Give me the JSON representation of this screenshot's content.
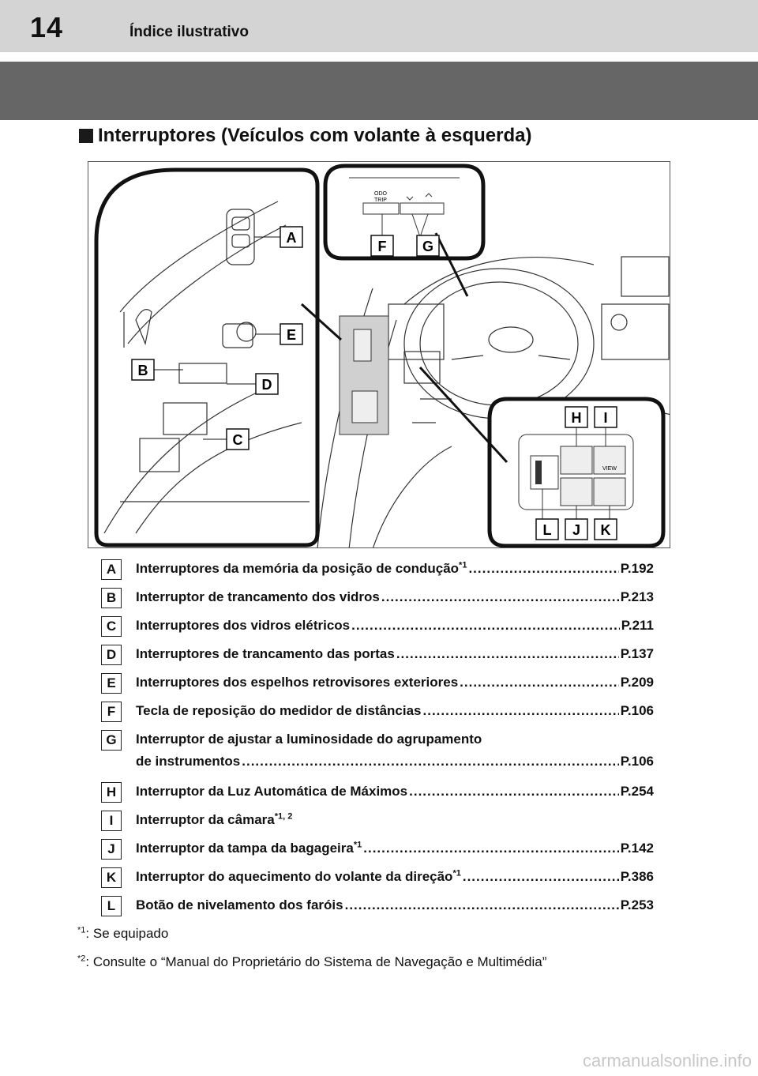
{
  "header": {
    "page_number": "14",
    "section": "Índice ilustrativo"
  },
  "title": "Interruptores (Veículos com volante à esquerda)",
  "figure": {
    "callouts": [
      "A",
      "B",
      "C",
      "D",
      "E",
      "F",
      "G",
      "H",
      "I",
      "J",
      "K",
      "L"
    ],
    "labels": {
      "odo_top": "ODO",
      "odo_bottom": "TRIP",
      "view": "VIEW"
    }
  },
  "legend": [
    {
      "letter": "A",
      "text": "Interruptores da memória da posição de condução",
      "sup": "*1",
      "ref": "P.192"
    },
    {
      "letter": "B",
      "text": "Interruptor de trancamento dos vidros",
      "sup": "",
      "ref": "P.213"
    },
    {
      "letter": "C",
      "text": "Interruptores dos vidros elétricos",
      "sup": "",
      "ref": "P.211"
    },
    {
      "letter": "D",
      "text": "Interruptores de trancamento das portas",
      "sup": "",
      "ref": "P.137"
    },
    {
      "letter": "E",
      "text": "Interruptores dos espelhos retrovisores exteriores",
      "sup": "",
      "ref": "P.209"
    },
    {
      "letter": "F",
      "text": "Tecla de reposição do medidor de distâncias",
      "sup": "",
      "ref": "P.106"
    },
    {
      "letter": "G",
      "text": "Interruptor de ajustar a luminosidade do agrupamento",
      "text2": "de instrumentos",
      "sup": "",
      "ref": "P.106"
    },
    {
      "letter": "H",
      "text": "Interruptor da Luz Automática de Máximos",
      "sup": "",
      "ref": "P.254"
    },
    {
      "letter": "I",
      "text": "Interruptor da câmara",
      "sup": "*1, 2",
      "ref": ""
    },
    {
      "letter": "J",
      "text": "Interruptor da tampa da bagageira",
      "sup": "*1",
      "ref": "P.142"
    },
    {
      "letter": "K",
      "text": "Interruptor do aquecimento do volante da direção",
      "sup": "*1",
      "ref": "P.386"
    },
    {
      "letter": "L",
      "text": "Botão de nivelamento dos faróis",
      "sup": "",
      "ref": "P.253"
    }
  ],
  "footnotes": [
    {
      "mark": "*1",
      "text": ": Se equipado"
    },
    {
      "mark": "*2",
      "text": ": Consulte o “Manual do Proprietário do Sistema de Navegação e Multimédia”"
    }
  ],
  "watermark": "carmanualsonline.info"
}
